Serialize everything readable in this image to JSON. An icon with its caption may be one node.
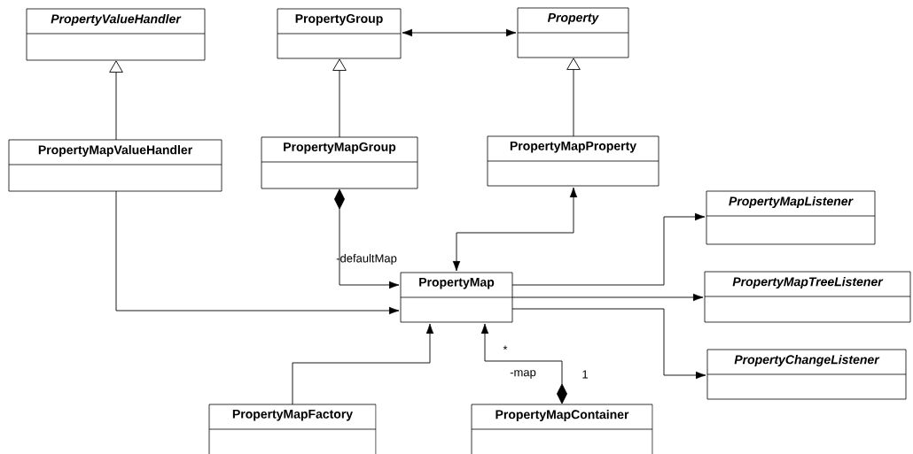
{
  "diagram": {
    "nodes": [
      {
        "text": [
          "PropertyValueHandler"
        ]
      },
      {
        "text": [
          "PropertyGroup"
        ]
      },
      {
        "text": [
          "Property"
        ]
      },
      {
        "text": [
          "PropertyMapValueHandler"
        ]
      },
      {
        "text": [
          "PropertyMapGroup"
        ]
      },
      {
        "text": [
          "PropertyMapProperty"
        ]
      },
      {
        "text": [
          "PropertyMapListener"
        ]
      },
      {
        "text": [
          "PropertyMap"
        ]
      },
      {
        "text": [
          "PropertyMapTreeListener"
        ]
      },
      {
        "text": [
          "PropertyMapFactory"
        ]
      },
      {
        "text": [
          "PropertyMapContainer"
        ]
      },
      {
        "text": [
          "PropertyChangeListener"
        ]
      }
    ],
    "edges": [
      {
        "from": 3,
        "to": 0,
        "arrow": "to"
      },
      {
        "from": 4,
        "to": 1,
        "arrow": "to"
      },
      {
        "from": 5,
        "to": 2,
        "arrow": "to"
      },
      {
        "from": 1,
        "to": 2,
        "arrow": "both"
      },
      {
        "from": 4,
        "to": 7,
        "arrow": "to",
        "label": "-defaultMap"
      },
      {
        "from": 3,
        "to": 7,
        "arrow": "to"
      },
      {
        "from": 5,
        "to": 7,
        "arrow": "both"
      },
      {
        "from": 7,
        "to": 6,
        "arrow": "to"
      },
      {
        "from": 7,
        "to": 8,
        "arrow": "to"
      },
      {
        "from": 7,
        "to": 11,
        "arrow": "to"
      },
      {
        "from": 9,
        "to": 7,
        "arrow": "to"
      },
      {
        "from": 10,
        "to": 7,
        "arrow": "to",
        "label": "-map"
      }
    ],
    "labels": [
      "*",
      "1"
    ]
  }
}
